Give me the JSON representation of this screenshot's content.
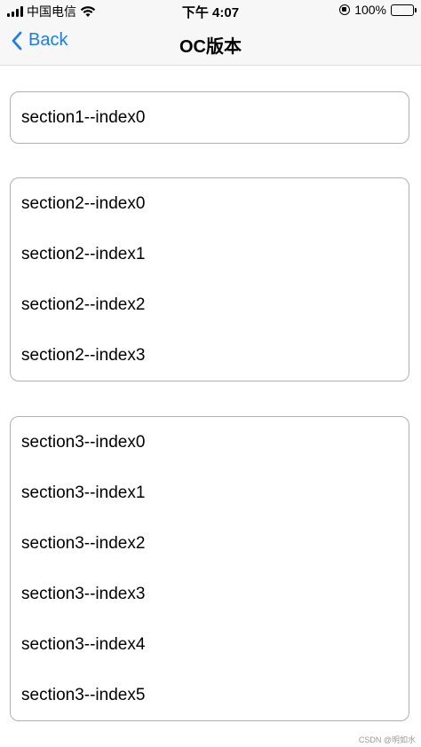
{
  "status_bar": {
    "carrier": "中国电信",
    "time": "下午 4:07",
    "battery": "100%"
  },
  "nav": {
    "back_label": "Back",
    "title": "OC版本"
  },
  "sections": [
    {
      "rows": [
        "section1--index0"
      ]
    },
    {
      "rows": [
        "section2--index0",
        "section2--index1",
        "section2--index2",
        "section2--index3"
      ]
    },
    {
      "rows": [
        "section3--index0",
        "section3--index1",
        "section3--index2",
        "section3--index3",
        "section3--index4",
        "section3--index5"
      ]
    }
  ],
  "watermark": "CSDN @明如水",
  "colors": {
    "accent": "#1a7df7",
    "border": "#b0b0b0",
    "bar_bg": "#f7f7f7"
  }
}
